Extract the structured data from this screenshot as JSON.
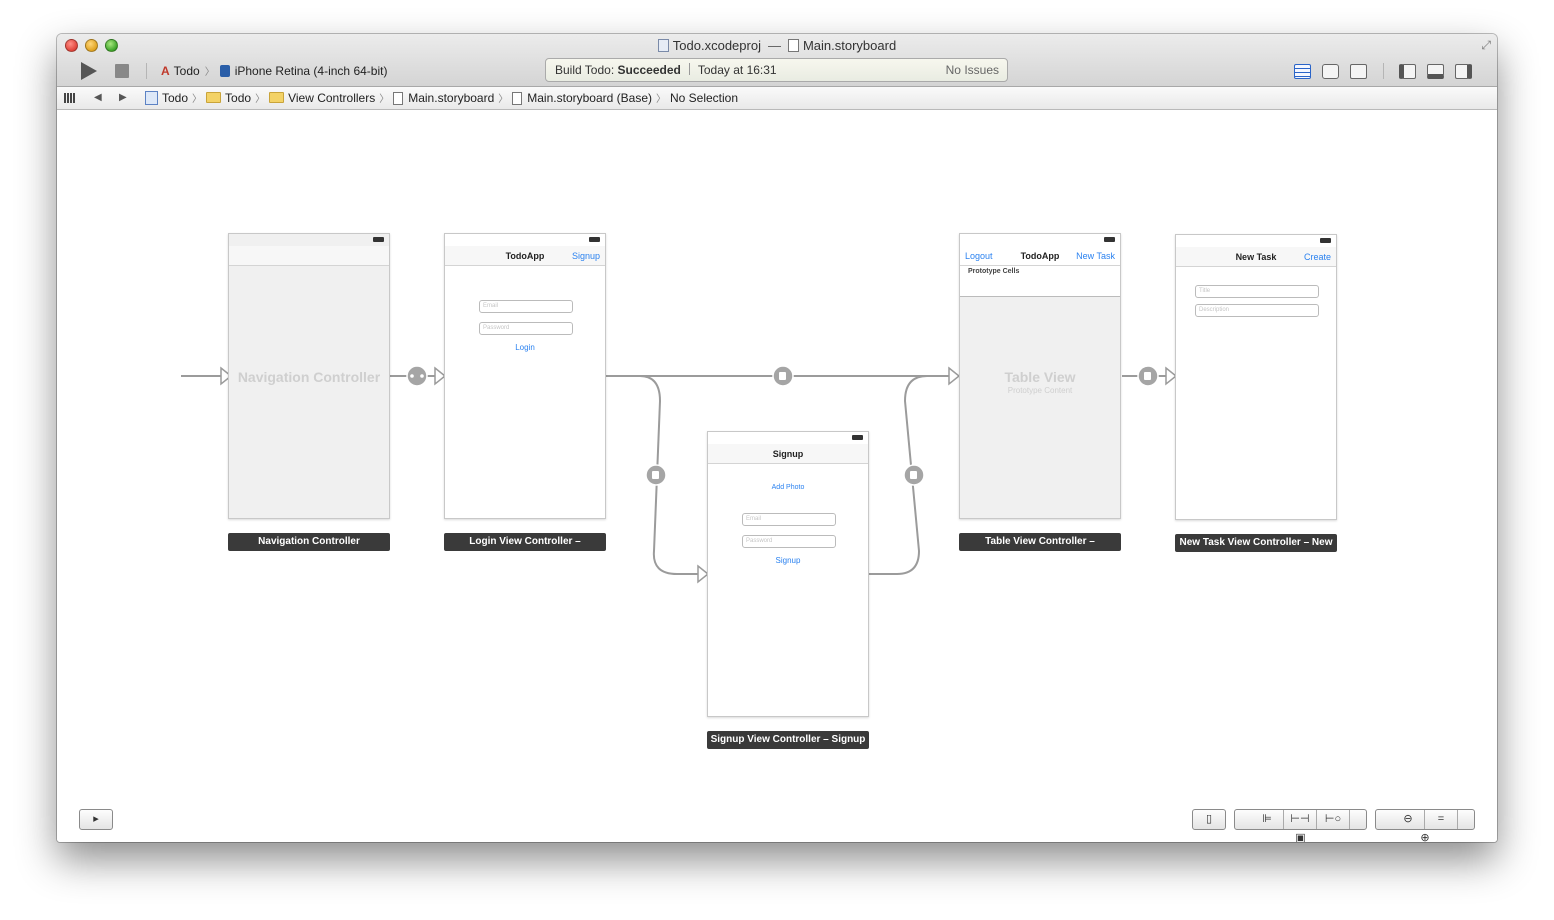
{
  "window": {
    "project_file": "Todo.xcodeproj",
    "separator": "—",
    "document": "Main.storyboard"
  },
  "toolbar": {
    "scheme": "Todo",
    "device": "iPhone Retina (4-inch 64-bit)",
    "activity": {
      "prefix": "Build Todo:",
      "status": "Succeeded",
      "time": "Today at 16:31",
      "issues": "No Issues"
    }
  },
  "jumpbar": {
    "back": "◀",
    "forward": "▶",
    "crumbs": [
      "Todo",
      "Todo",
      "View Controllers",
      "Main.storyboard",
      "Main.storyboard (Base)",
      "No Selection"
    ],
    "separator": "〉"
  },
  "scenes": {
    "navigation": {
      "center_label": "Navigation Controller",
      "label": "Navigation Controller"
    },
    "login": {
      "nav_title": "TodoApp",
      "nav_right": "Signup",
      "email_placeholder": "Email",
      "password_placeholder": "Password",
      "button": "Login",
      "label": "Login View Controller –"
    },
    "signup": {
      "nav_title": "Signup",
      "add_photo": "Add Photo",
      "email_placeholder": "Email",
      "password_placeholder": "Password",
      "button": "Signup",
      "label": "Signup View Controller – Signup"
    },
    "table": {
      "nav_left": "Logout",
      "nav_title": "TodoApp",
      "nav_right": "New Task",
      "prototype_cells": "Prototype Cells",
      "center_title": "Table View",
      "center_subtitle": "Prototype Content",
      "label": "Table View Controller –"
    },
    "new_task": {
      "nav_title": "New Task",
      "nav_right": "Create",
      "title_placeholder": "Title",
      "description_placeholder": "Description",
      "label": "New Task View Controller – New"
    }
  },
  "icons": {
    "run": "play-icon",
    "stop": "stop-icon",
    "zoom_out": "🔍",
    "zoom_fit": "=",
    "zoom_in": "🔍"
  }
}
